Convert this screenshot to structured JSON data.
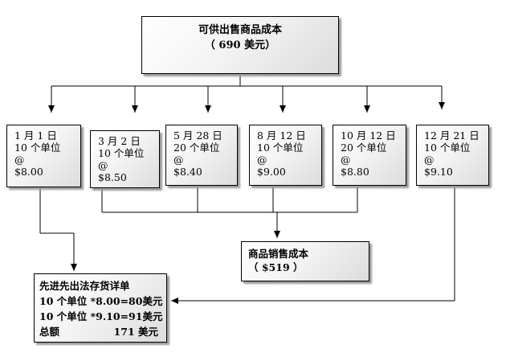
{
  "top": {
    "title": "可供出售商品成本",
    "amount": "（ 690 美元）"
  },
  "batches": [
    {
      "date": "1 月 1 日",
      "units": "10 个单位",
      "at": "@",
      "price": "$8.00"
    },
    {
      "date": "3 月 2 日",
      "units": "10 个单位",
      "at": "@",
      "price": "$8.50"
    },
    {
      "date": "5 月 28 日",
      "units": "20 个单位",
      "at": "@",
      "price": "$8.40"
    },
    {
      "date": "8 月 12 日",
      "units": "10 个单位",
      "at": "@",
      "price": "$9.00"
    },
    {
      "date": "10 月 12 日",
      "units": "20 个单位",
      "at": "@",
      "price": "$8.80"
    },
    {
      "date": "12 月 21 日",
      "units": "10 个单位",
      "at": "@",
      "price": "$9.10"
    }
  ],
  "cogs": {
    "title": "商品销售成本",
    "amount": "（ $519 ）"
  },
  "fifo": {
    "title": "先进先出法存货详单",
    "line1_left": "10 个单位 *8.00=80",
    "line1_right": "美元",
    "line2_left": "10 个单位 *9.10=91",
    "line2_right": "美元",
    "total_left": "总额",
    "total_right": "171 美元"
  }
}
